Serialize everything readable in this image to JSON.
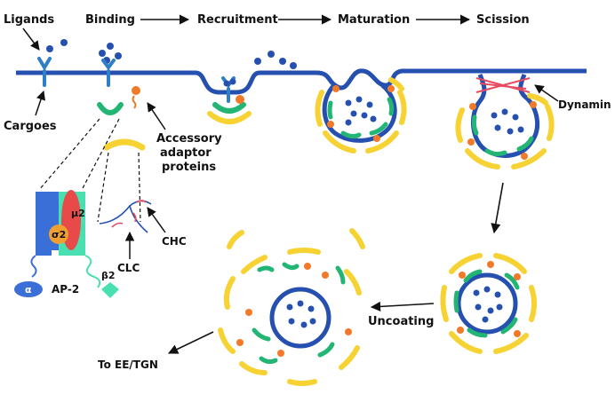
{
  "colors": {
    "membrane": "#2550b0",
    "cargo": "#2f7fc6",
    "ligand": "#2550b0",
    "clathrin_light": "#f7d233",
    "adaptor_green": "#22b573",
    "accessory_orange": "#f07a2a",
    "alpha_blue": "#3a6fd8",
    "mu2_red": "#e84a4a",
    "sigma2_orange": "#f0a030",
    "beta2_teal": "#48e0b0",
    "dynamin_red": "#e84a60"
  },
  "stages": {
    "binding": "Binding",
    "recruitment": "Recruitment",
    "maturation": "Maturation",
    "scission": "Scission",
    "uncoating": "Uncoating"
  },
  "labels": {
    "ligands": "Ligands",
    "cargoes": "Cargoes",
    "accessory_line1": "Accessory",
    "accessory_line2": "adaptor",
    "accessory_line3": "proteins",
    "dynamin": "Dynamin",
    "chc": "CHC",
    "clc": "CLC",
    "ap2": "AP-2",
    "alpha": "α",
    "mu2": "μ2",
    "sigma2": "σ2",
    "beta2": "β2",
    "to_ee": "To EE/TGN"
  }
}
